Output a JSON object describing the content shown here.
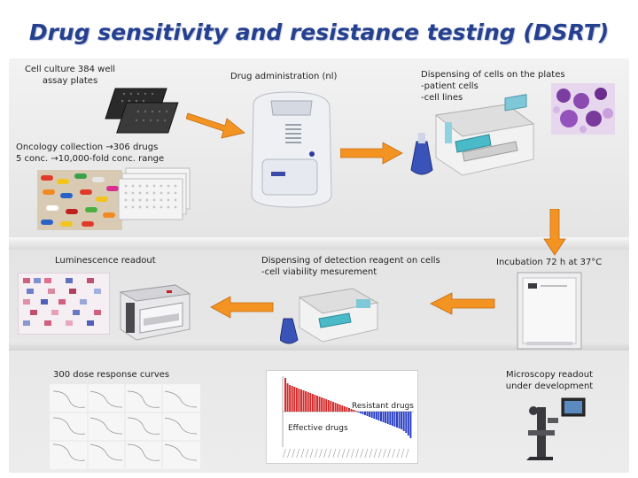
{
  "title": "Drug sensitivity and resistance testing (DSRT)",
  "labels": {
    "cell_culture": "Cell culture 384 well\nassay plates",
    "drug_admin": "Drug administration (nl)",
    "dispensing_cells": "Dispensing of cells on the plates\n-patient cells\n-cell lines",
    "oncology": "Oncology collection →306 drugs\n5 conc. →10,000-fold conc. range",
    "luminescence": "Luminescence  readout",
    "dispensing_reagent": "Dispensing of detection reagent on cells\n-cell viability mesurement",
    "incubation": "Incubation 72 h at 37°C",
    "dose_response": "300 dose response curves",
    "microscopy": "Microscopy readout\nunder development"
  },
  "chart": {
    "resistant_label": "Resistant drugs",
    "effective_label": "Effective drugs"
  },
  "chart_data": {
    "type": "bar",
    "title": "",
    "xlabel": "",
    "ylabel": "",
    "values": [
      1.9,
      1.6,
      1.5,
      1.45,
      1.4,
      1.35,
      1.3,
      1.25,
      1.2,
      1.15,
      1.1,
      1.05,
      1.0,
      0.95,
      0.9,
      0.85,
      0.8,
      0.75,
      0.7,
      0.65,
      0.6,
      0.55,
      0.5,
      0.45,
      0.4,
      0.35,
      0.3,
      0.25,
      0.2,
      0.15,
      0.1,
      0.05,
      -0.05,
      -0.1,
      -0.15,
      -0.2,
      -0.25,
      -0.3,
      -0.35,
      -0.4,
      -0.45,
      -0.5,
      -0.55,
      -0.6,
      -0.65,
      -0.7,
      -0.75,
      -0.8,
      -0.85,
      -0.9,
      -0.95,
      -1.0,
      -1.1,
      -1.2,
      -1.35,
      -1.5
    ],
    "ylim": [
      -2,
      2
    ],
    "colors": {
      "positive": "#d42a2a",
      "negative": "#2a3fc4"
    }
  }
}
